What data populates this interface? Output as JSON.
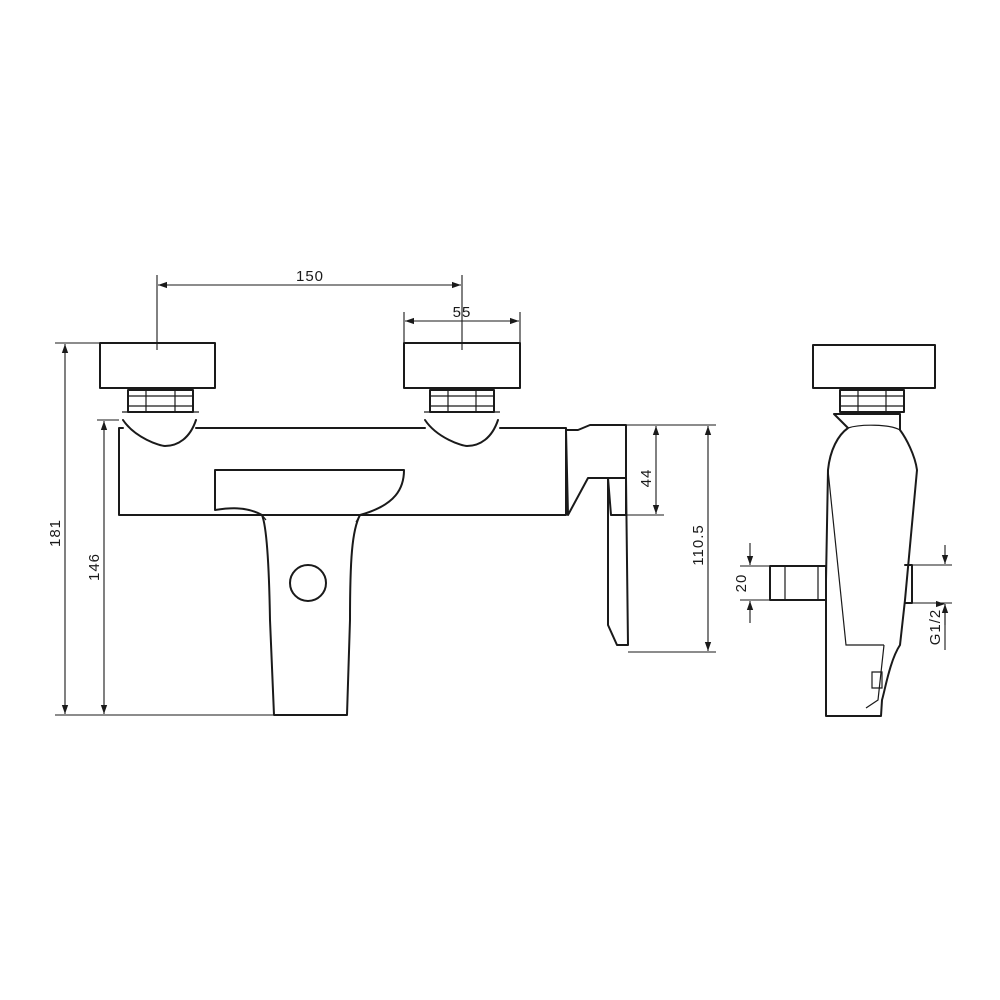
{
  "dimensions": {
    "spacing": "150",
    "flange_width": "55",
    "total_height": "181",
    "outlet_height": "146",
    "lever_offset": "44",
    "lever_height": "110.5",
    "side_inlet": "20",
    "thread": "G1/2"
  },
  "colors": {
    "line": "#1a1a1a",
    "background": "#ffffff"
  }
}
